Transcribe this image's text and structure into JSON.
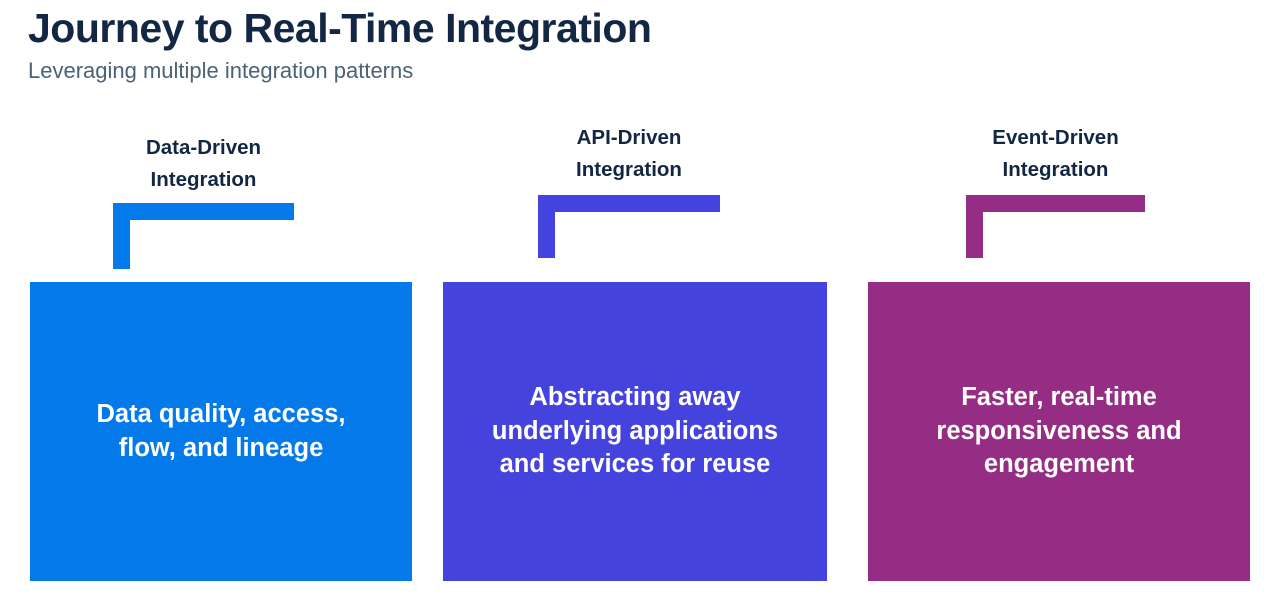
{
  "header": {
    "title": "Journey to Real-Time Integration",
    "subtitle": "Leveraging multiple integration patterns",
    "title_color": "#132744",
    "subtitle_color": "#4a6378"
  },
  "chart_data": {
    "type": "diagram",
    "title": "Journey to Real-Time Integration",
    "subtitle": "Leveraging multiple integration patterns",
    "layout": "three-column cards with L-shaped connectors",
    "categories": [
      "Data-Driven Integration",
      "API-Driven Integration",
      "Event-Driven Integration"
    ],
    "values": [
      "Data quality, access, flow, and lineage",
      "Abstracting away underlying applications and services for reuse",
      "Faster, real-time responsiveness and engagement"
    ],
    "colors": [
      "#047AEA",
      "#4543DE",
      "#962D84"
    ]
  },
  "columns": [
    {
      "id": "data-driven",
      "heading": "Data-Driven\nIntegration",
      "card_text": "Data quality, access,\nflow, and lineage",
      "color": "#047AEA"
    },
    {
      "id": "api-driven",
      "heading": "API-Driven\nIntegration",
      "card_text": "Abstracting away\nunderlying applications\nand services for reuse",
      "color": "#4543DE"
    },
    {
      "id": "event-driven",
      "heading": "Event-Driven\nIntegration",
      "card_text": "Faster, real-time\nresponsiveness and\nengagement",
      "color": "#962D84"
    }
  ]
}
